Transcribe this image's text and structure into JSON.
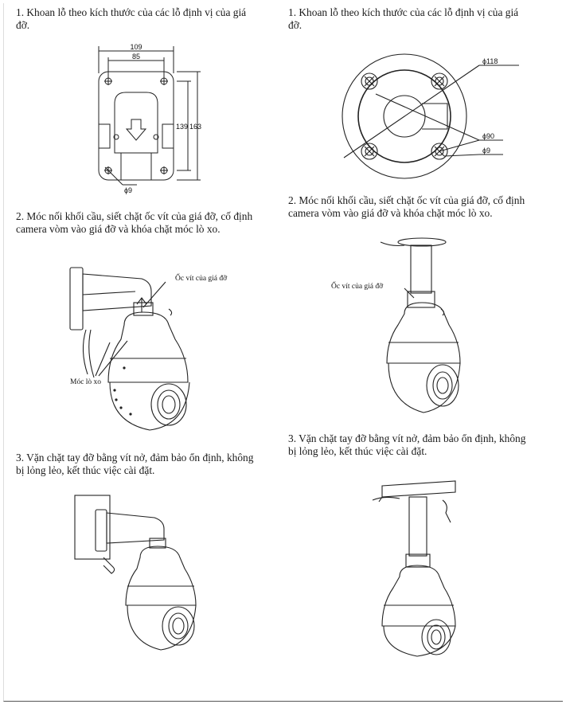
{
  "left": {
    "step1": "1. Khoan lỗ theo kích thước của các lỗ định vị của giá đỡ.",
    "step2": "2. Móc nối khối cầu, siết chặt ốc vít của giá đỡ, cố định camera vòm vào giá đỡ và khóa chặt móc lò xo.",
    "step3": "3. Vặn chặt tay đỡ bằng vít nở, đảm bảo ổn định, không bị lỏng lẻo, kết thúc việc cài đặt.",
    "dims": {
      "w_outer": "109",
      "w_inner": "85",
      "h_inner": "139",
      "h_outer": "163",
      "hole": "ϕ9"
    },
    "label_screw": "Ốc vít của giá đỡ",
    "label_hook": "Móc lò xo"
  },
  "right": {
    "step1": "1. Khoan lỗ theo kích thước của các lỗ định vị của giá đỡ.",
    "step2": "2. Móc nối khối cầu, siết chặt ốc vít của giá đỡ, cố định camera vòm vào giá đỡ và khóa chặt móc lò xo.",
    "step3": "3. Vặn chặt tay đỡ bằng vít nở, đảm bảo ổn định, không bị lỏng lẻo, kết thúc việc cài đặt.",
    "dims": {
      "d_outer": "ϕ118",
      "d_pcd": "ϕ90",
      "hole": "ϕ9"
    },
    "label_screw": "Ốc vít của giá đỡ"
  }
}
